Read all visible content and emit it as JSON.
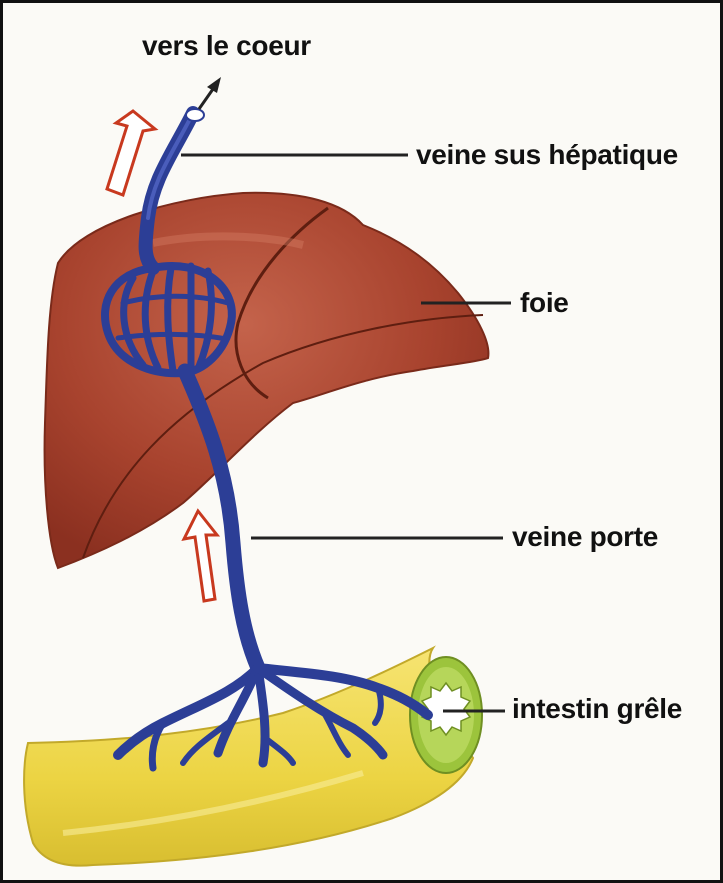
{
  "labels": {
    "vers_le_coeur": "vers le coeur",
    "veine_sus_hepatique": "veine sus hépatique",
    "foie": "foie",
    "veine_porte": "veine porte",
    "intestin_grele": "intestin grêle"
  },
  "colors": {
    "liver": "#a8432e",
    "liver_light": "#c0624a",
    "vein": "#2c3e96",
    "intestine": "#eed74a",
    "intestine_section": "#9cc43c",
    "flow_arrow": "#c8391f",
    "leader_line": "#222222"
  }
}
